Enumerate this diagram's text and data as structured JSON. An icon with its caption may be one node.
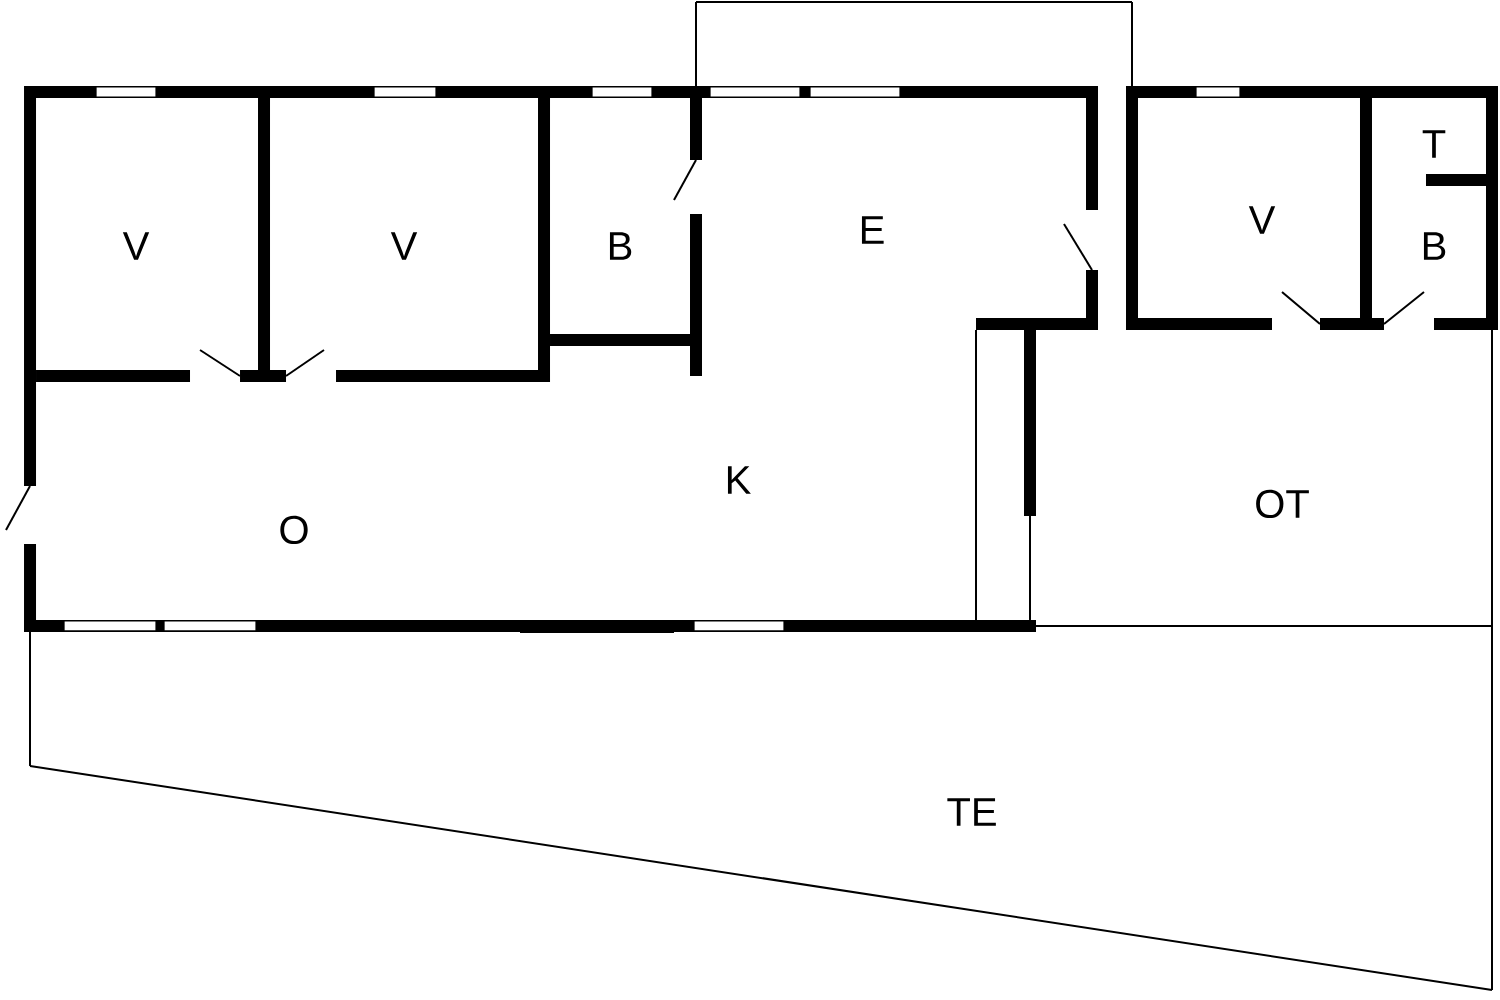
{
  "diagram": {
    "labels": [
      "V",
      "V",
      "B",
      "E",
      "K",
      "O",
      "V",
      "T",
      "B",
      "OT",
      "TE"
    ]
  }
}
